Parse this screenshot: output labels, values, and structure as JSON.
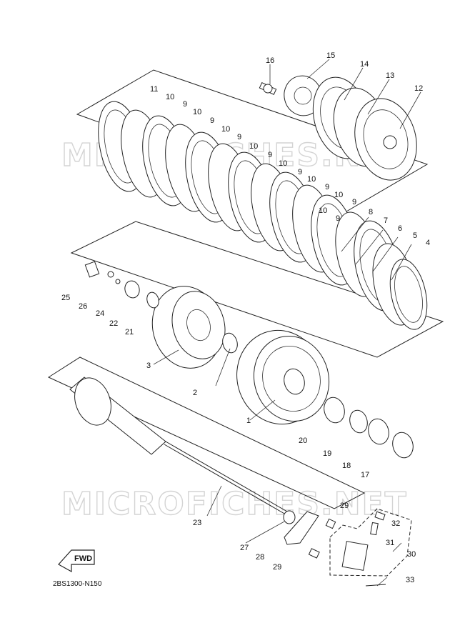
{
  "watermark_text": "MICROFICHES.NET",
  "diagram_code": "2BS1300-N150",
  "fwd_label": "FWD",
  "callouts": [
    "1",
    "2",
    "3",
    "4",
    "5",
    "6",
    "7",
    "8",
    "9",
    "9",
    "9",
    "9",
    "9",
    "9",
    "9",
    "9",
    "10",
    "10",
    "10",
    "10",
    "10",
    "10",
    "10",
    "10",
    "11",
    "12",
    "13",
    "14",
    "15",
    "16",
    "17",
    "18",
    "19",
    "20",
    "21",
    "22",
    "23",
    "24",
    "25",
    "26",
    "27",
    "28",
    "29",
    "29",
    "30",
    "31",
    "32",
    "33"
  ]
}
